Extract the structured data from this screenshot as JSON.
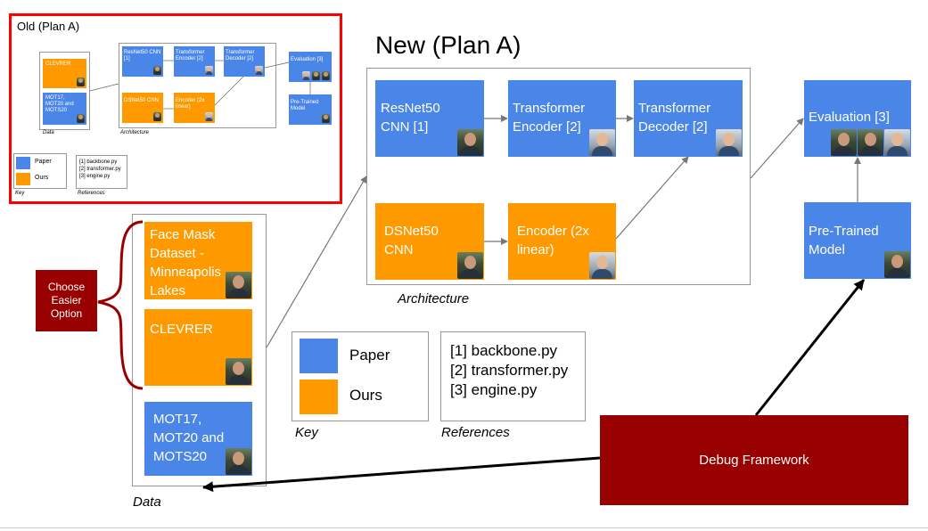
{
  "colors": {
    "paper_blue": "#4a86e8",
    "ours_orange": "#ff9900",
    "debug_red": "#990000",
    "highlight_red": "#ff0000"
  },
  "title": "New (Plan A)",
  "old_panel": {
    "title": "Old (Plan A)",
    "data_items": [
      "CLEVRER",
      "MOT17, MOT20 and MOTS20"
    ],
    "data_label": "Data",
    "arch_items": [
      "ResNet50 CNN [1]",
      "Transformer Encoder [2]",
      "Transformer Decoder [2]",
      "DSNet50 CNN",
      "Encoder (2x linear)"
    ],
    "arch_label": "Architecture",
    "eval": "Evaluation [3]",
    "pretrained": "Pre-Trained Model",
    "key_paper": "Paper",
    "key_ours": "Ours",
    "key_label": "Key",
    "refs": [
      "[1] backbone.py",
      "[2] transformer.py",
      "[3] engine.py"
    ],
    "refs_label": "References"
  },
  "choose": "Choose Easier Option",
  "data": {
    "face_mask": "Face Mask Dataset - Minneapolis Lakes",
    "clevrer": "CLEVRER",
    "mot": "MOT17, MOT20 and MOTS20",
    "label": "Data"
  },
  "arch": {
    "resnet": "ResNet50 CNN [1]",
    "enc": "Transformer Encoder [2]",
    "dec": "Transformer Decoder [2]",
    "dsnet": "DSNet50 CNN",
    "lin": "Encoder (2x linear)",
    "label": "Architecture"
  },
  "eval": "Evaluation [3]",
  "pretrained": "Pre-Trained Model",
  "key": {
    "paper": "Paper",
    "ours": "Ours",
    "label": "Key"
  },
  "refs": {
    "items": [
      "[1] backbone.py",
      "[2] transformer.py",
      "[3] engine.py"
    ],
    "label": "References"
  },
  "debug": "Debug Framework"
}
